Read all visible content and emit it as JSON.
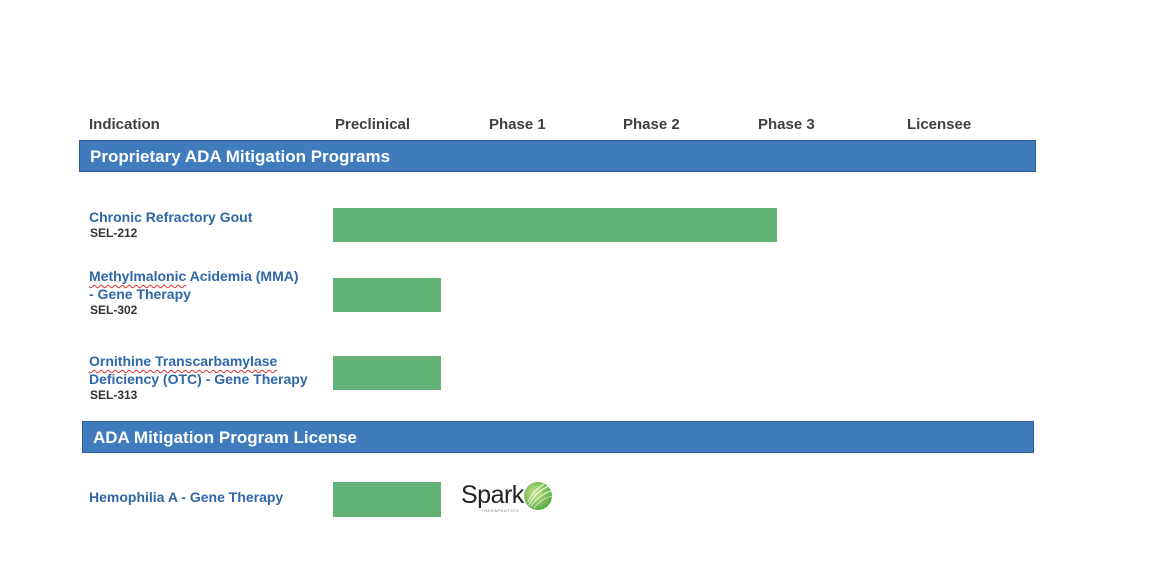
{
  "columns": {
    "indication": "Indication",
    "preclinical": "Preclinical",
    "phase1": "Phase 1",
    "phase2": "Phase 2",
    "phase3": "Phase 3",
    "licensee": "Licensee"
  },
  "sections": [
    {
      "title": "Proprietary ADA Mitigation Programs",
      "programs": [
        {
          "indication": "Chronic Refractory Gout",
          "code": "SEL-212",
          "stage_reached": "Phase 3"
        },
        {
          "indication_line1_a": "Methylmalonic",
          "indication_line1_b": " Acidemia (MMA)",
          "indication_line2": "- Gene Therapy",
          "code": "SEL-302",
          "stage_reached": "Preclinical"
        },
        {
          "indication_line1": "Ornithine Transcarbamylase",
          "indication_line2": "Deficiency (OTC) - Gene Therapy",
          "code": "SEL-313",
          "stage_reached": "Preclinical"
        }
      ]
    },
    {
      "title": "ADA Mitigation Program License",
      "programs": [
        {
          "indication": "Hemophilia A - Gene Therapy",
          "stage_reached": "Preclinical",
          "licensee_logo": "Spark",
          "licensee_logo_sub": "THERAPEUTICS",
          "licensee_logo_color": "#6cbf3e"
        }
      ]
    }
  ],
  "colors": {
    "banner": "#3f7bbd",
    "bar": "#62b276",
    "indication_text": "#2e66a8"
  }
}
